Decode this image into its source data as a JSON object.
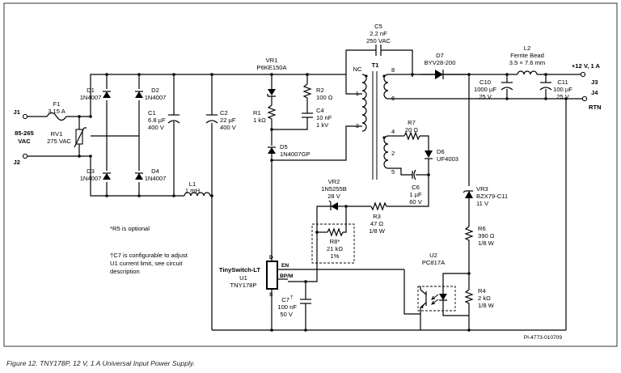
{
  "caption": "Figure 12.  TNY178P, 12 V, 1 A Universal Input Power Supply.",
  "drawing_number": "PI-4773-010709",
  "connectors": {
    "j1": "J1",
    "j2": "J2",
    "j3": "J3",
    "j4": "J4",
    "input": [
      "85-265",
      "VAC"
    ],
    "output_voltage": "+12 V, 1 A",
    "output_return": "RTN"
  },
  "components": {
    "f1": [
      "F1",
      "3.15 A"
    ],
    "rv1": [
      "RV1",
      "275 VAC"
    ],
    "d1": [
      "D1",
      "1N4007"
    ],
    "d2": [
      "D2",
      "1N4007"
    ],
    "d3": [
      "D3",
      "1N4007"
    ],
    "d4": [
      "D4",
      "1N4007"
    ],
    "c1": [
      "C1",
      "6.8 µF",
      "400 V"
    ],
    "c2": [
      "C2",
      "22 µF",
      "400 V"
    ],
    "l1": [
      "L1",
      "1 mH"
    ],
    "vr1": [
      "VR1",
      "P6KE150A"
    ],
    "r1": [
      "R1",
      "1 kΩ"
    ],
    "r2": [
      "R2",
      "100 Ω"
    ],
    "c4": [
      "C4",
      "10 nF",
      "1 kV"
    ],
    "d5": [
      "D5",
      "1N4007GP"
    ],
    "c5": [
      "C5",
      "2.2 nF",
      "250 VAC"
    ],
    "t1": {
      "name": "T1",
      "nc": "NC",
      "pins": [
        "1",
        "3",
        "8",
        "6",
        "4",
        "2",
        "5"
      ]
    },
    "d7": [
      "D7",
      "BYV28-200"
    ],
    "l2": [
      "L2",
      "Ferrite Bead",
      "3.5 × 7.6 mm"
    ],
    "c10": [
      "C10",
      "1000 µF",
      "25 V"
    ],
    "c11": [
      "C11",
      "100 µF",
      "25 V"
    ],
    "r7": [
      "R7",
      "20 Ω"
    ],
    "d6": [
      "D6",
      "UF4003"
    ],
    "c6": [
      "C6",
      "1 µF",
      "60 V"
    ],
    "vr2": [
      "VR2",
      "1N5255B",
      "28 V"
    ],
    "r3": [
      "R3",
      "47 Ω",
      "1/8 W"
    ],
    "r8": [
      "R8*",
      "21 kΩ",
      "1%"
    ],
    "vr3": [
      "VR3",
      "BZX79-C11",
      "11 V"
    ],
    "r6": [
      "R6",
      "390 Ω",
      "1/8 W"
    ],
    "r4": [
      "R4",
      "2 kΩ",
      "1/8 W"
    ],
    "u2": [
      "U2",
      "PC817A"
    ],
    "u1": {
      "family": "TinySwitch-LT",
      "ref": "U1",
      "part": "TNY178P",
      "pin_d": "D",
      "pin_en": "EN",
      "pin_bpm": "BP/M",
      "pin_s": "S"
    },
    "c7": [
      "C7",
      "100 nF",
      "50 V"
    ]
  },
  "notes": {
    "r5": "*R5 is optional",
    "c7": [
      "†C7 is configurable to adjust",
      "U1 current limit, see circuit",
      "description"
    ]
  }
}
